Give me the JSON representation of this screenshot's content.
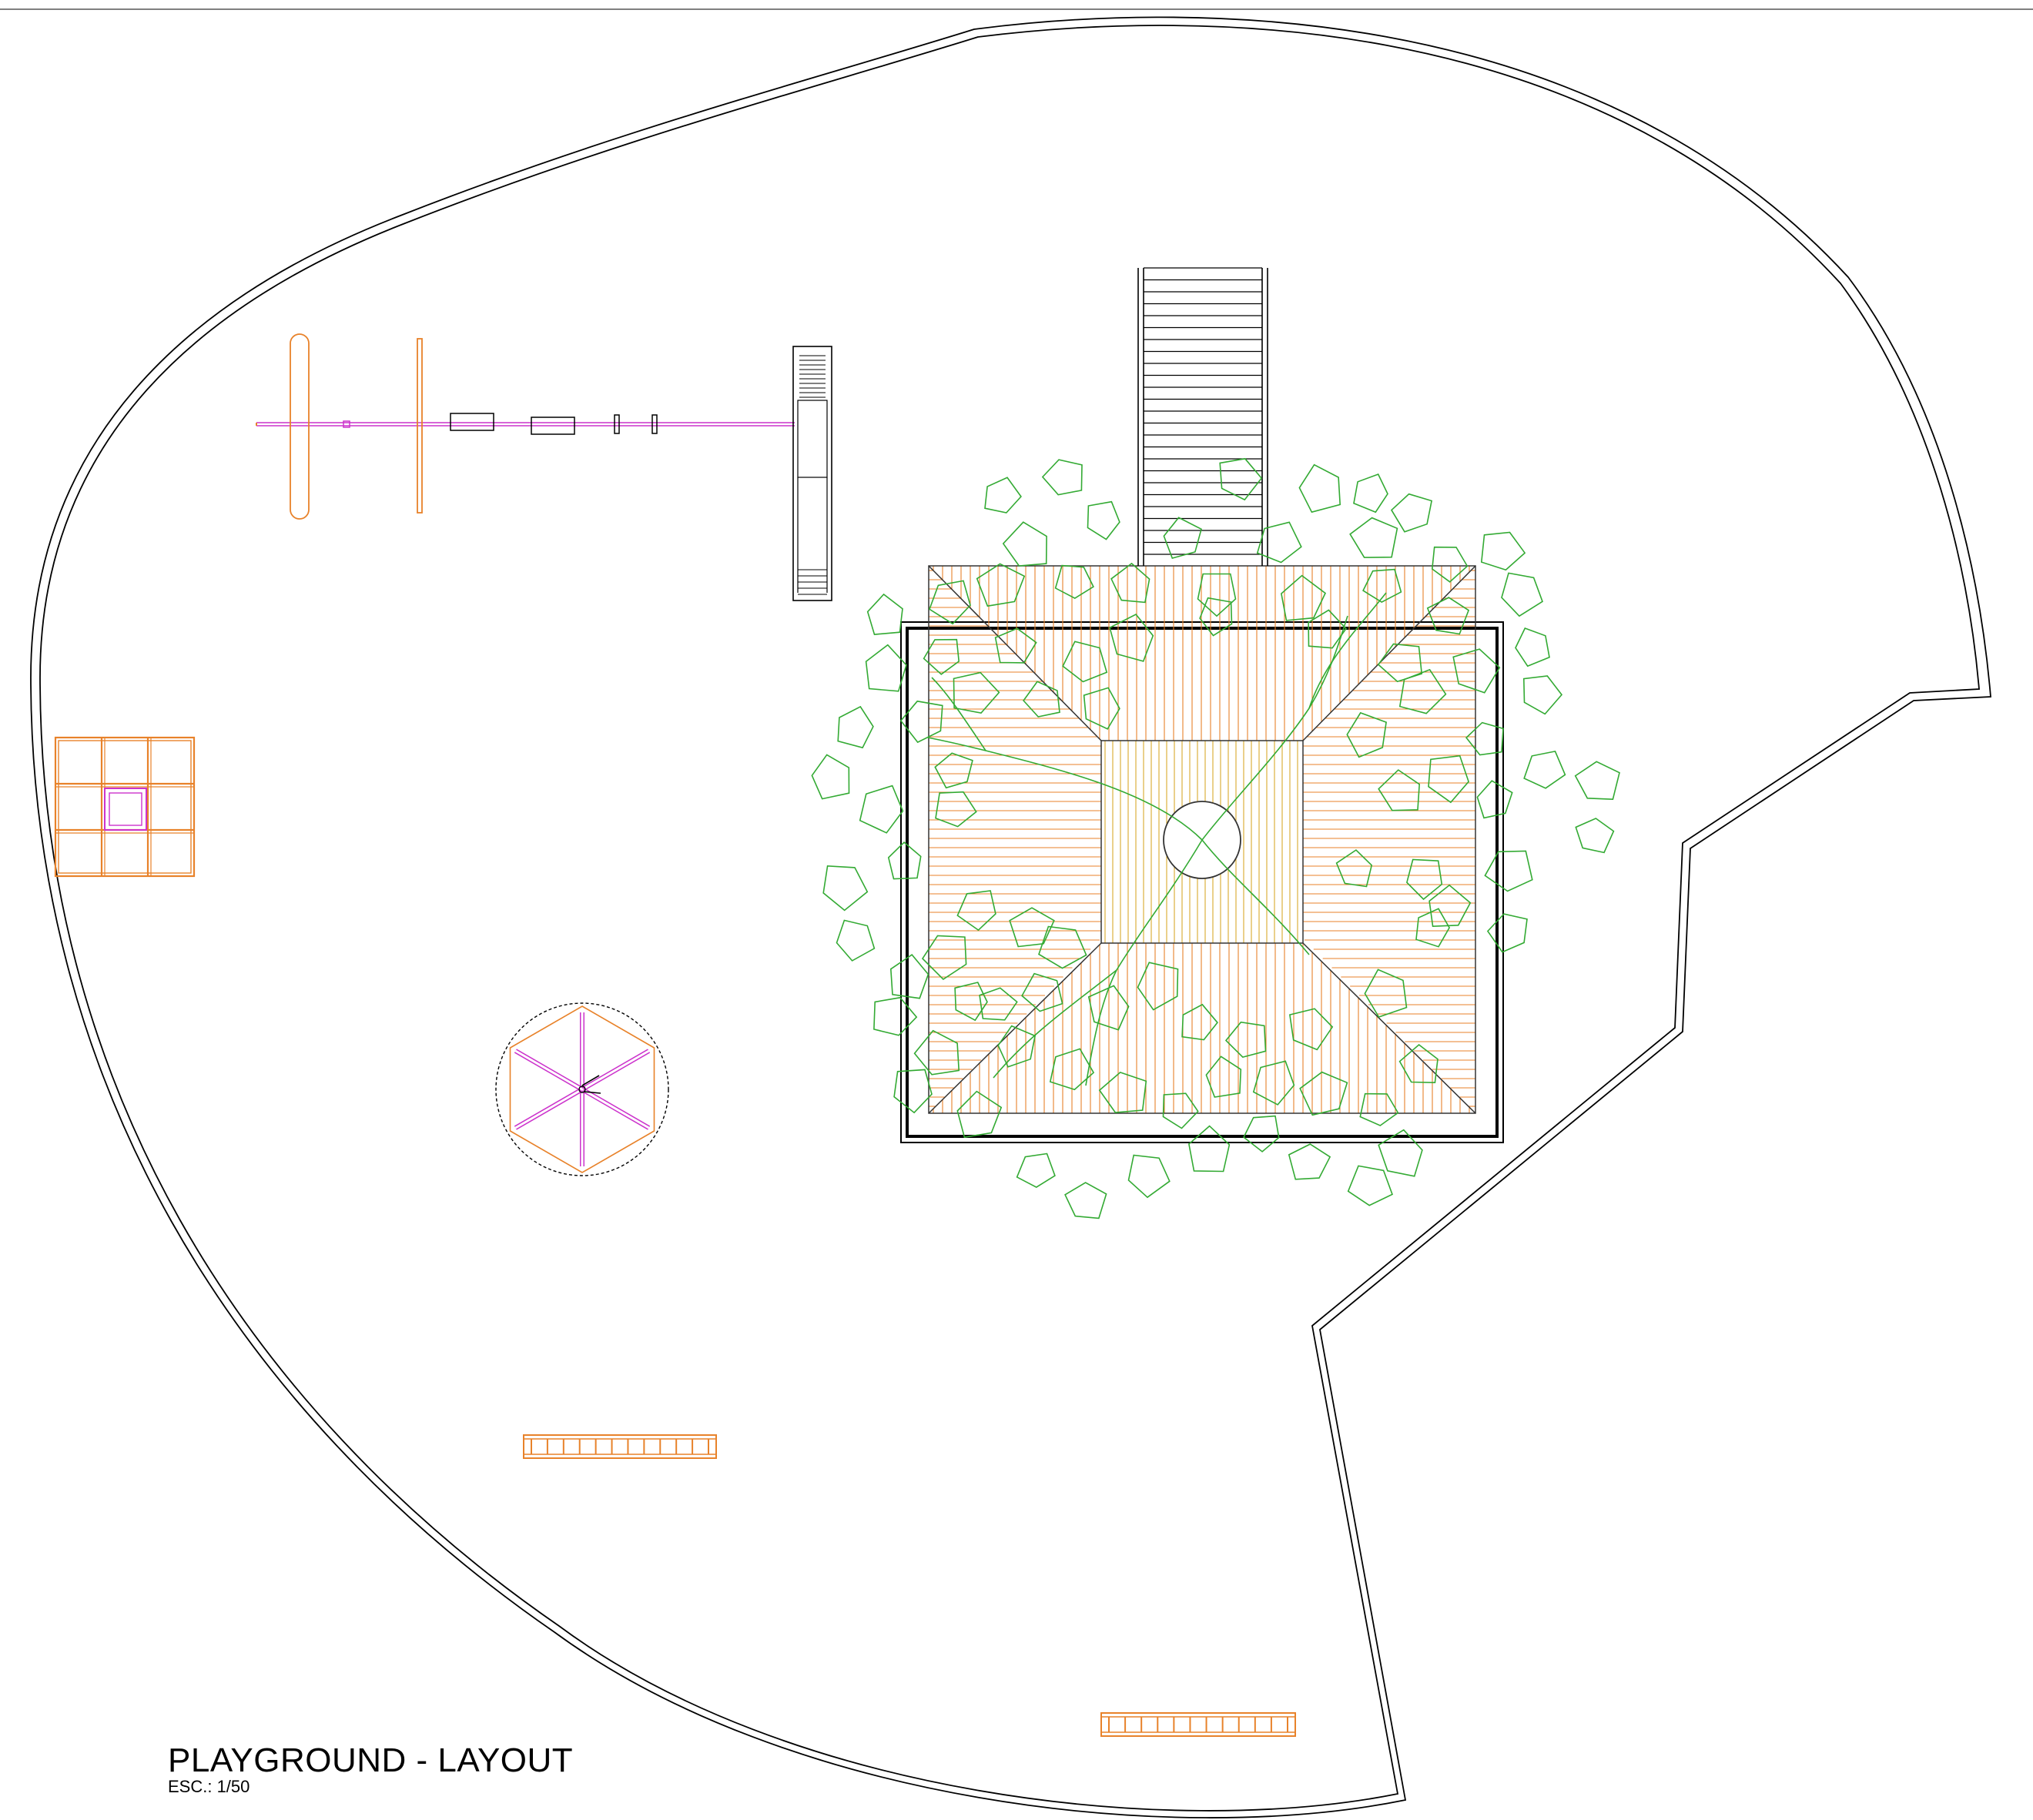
{
  "drawing": {
    "title": "PLAYGROUND - LAYOUT",
    "scale": "ESC.: 1/50"
  },
  "colors": {
    "boundary": "#000000",
    "equipment_wood": "#e8822a",
    "equipment_metal": "#cc33cc",
    "tree_canopy": "#33aa33",
    "deck_hatch": "#e8822a",
    "deck_core": "#d4a017"
  },
  "elements": [
    {
      "name": "site-boundary",
      "type": "outline"
    },
    {
      "name": "treehouse-deck",
      "type": "deck"
    },
    {
      "name": "access-stairs",
      "type": "stairs"
    },
    {
      "name": "tree-canopy",
      "type": "tree"
    },
    {
      "name": "swing-set-with-slide",
      "type": "equipment"
    },
    {
      "name": "climbing-grid",
      "type": "equipment"
    },
    {
      "name": "merry-go-round",
      "type": "equipment"
    },
    {
      "name": "bench-west",
      "type": "bench"
    },
    {
      "name": "bench-east",
      "type": "bench"
    }
  ]
}
